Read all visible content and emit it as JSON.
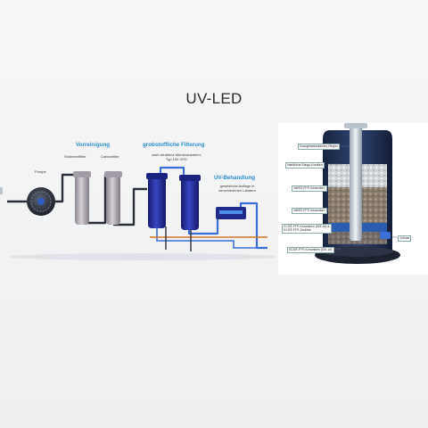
{
  "title": "UV-LED",
  "diagram": {
    "stages": {
      "pre": "Vorreinigung",
      "coarse": "grobstoffliche Filterung",
      "uv": "UV-Behandlung"
    },
    "labels": {
      "pump": "Pumpe",
      "sediment": "Sedimentfilter",
      "carbon": "Carbonfilter",
      "membrane_line1": "zwei ultrafeine Membrankarten,",
      "membrane_line2": "Typ 150 GFD",
      "uv_line1": "gesetzliche Auflage in",
      "uv_line2": "verschiedenen Ländern"
    }
  },
  "device": {
    "labels": {
      "ring": "Energiewirbeltrichter-Ringler",
      "natural": "Natürliche Sango-Korallen",
      "nms_top": "NMS®-FF®-Keramiken",
      "nms_mid": "NMS®-FF®-Keramiken",
      "ecs_1a": "ECS®-FF®-Keramiken (SIS-16) &",
      "ecs_1b": "ECS®-FF®-Zeolithe",
      "ecs_2": "ECS®-FF®-Keramiken (SIS-16)",
      "inlet": "Zufluss"
    }
  },
  "colors": {
    "accent_blue": "#2a8fc9",
    "filter_navy": "#1f2a8a",
    "pipe_dark": "#2b3038",
    "pipe_blue": "#3b6fd6",
    "pipe_orange": "#d2762c",
    "cartridge_grey": "#b7b2b8"
  }
}
